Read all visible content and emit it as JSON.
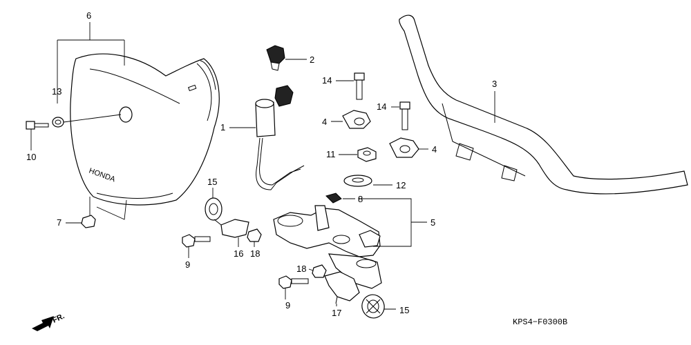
{
  "callouts": {
    "c1": "1",
    "c2": "2",
    "c3": "3",
    "c4a": "4",
    "c4b": "4",
    "c5": "5",
    "c6": "6",
    "c7": "7",
    "c8": "8",
    "c9a": "9",
    "c9b": "9",
    "c10": "10",
    "c11": "11",
    "c12": "12",
    "c13": "13",
    "c14a": "14",
    "c14b": "14",
    "c15a": "15",
    "c15b": "15",
    "c16": "16",
    "c17": "17",
    "c18a": "18",
    "c18b": "18"
  },
  "plate_logo_text": "HONDA",
  "direction_label": "FR.",
  "diagram_code": "KPS4−F0300B"
}
